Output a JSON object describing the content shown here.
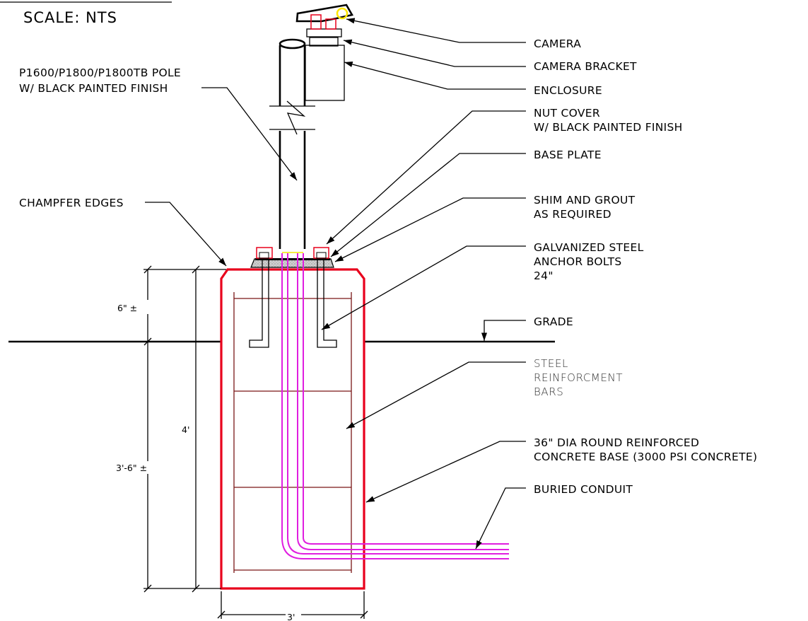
{
  "scale": {
    "label": "SCALE: NTS"
  },
  "callouts": {
    "camera": "CAMERA",
    "camera_bracket": "CAMERA BRACKET",
    "enclosure": "ENCLOSURE",
    "nut_cover_line1": "NUT COVER",
    "nut_cover_line2": "W/ BLACK PAINTED FINISH",
    "base_plate": "BASE PLATE",
    "shim_line1": "SHIM AND GROUT",
    "shim_line2": "AS REQUIRED",
    "anchor_line1": "GALVANIZED STEEL",
    "anchor_line2": "ANCHOR BOLTS",
    "anchor_line3": "24\"",
    "grade": "GRADE",
    "rebar_line1": "STEEL",
    "rebar_line2": "REINFORCMENT",
    "rebar_line3": "BARS",
    "base_line1": "36\" DIA ROUND REINFORCED",
    "base_line2": "CONCRETE BASE (3000 PSI CONCRETE)",
    "conduit": "BURIED CONDUIT",
    "pole_line1": "P1600/P1800/P1800TB POLE",
    "pole_line2": "W/ BLACK PAINTED FINISH",
    "champfer": "CHAMPFER EDGES"
  },
  "dimensions": {
    "above_grade": "6\" ±",
    "below_grade": "3'-6\" ±",
    "total_depth": "4'",
    "width": "3'"
  },
  "colors": {
    "foundation_outline": "#e8001c",
    "rebar": "#7a1616",
    "conduit": "#e01ee0",
    "lines": "#000000"
  }
}
